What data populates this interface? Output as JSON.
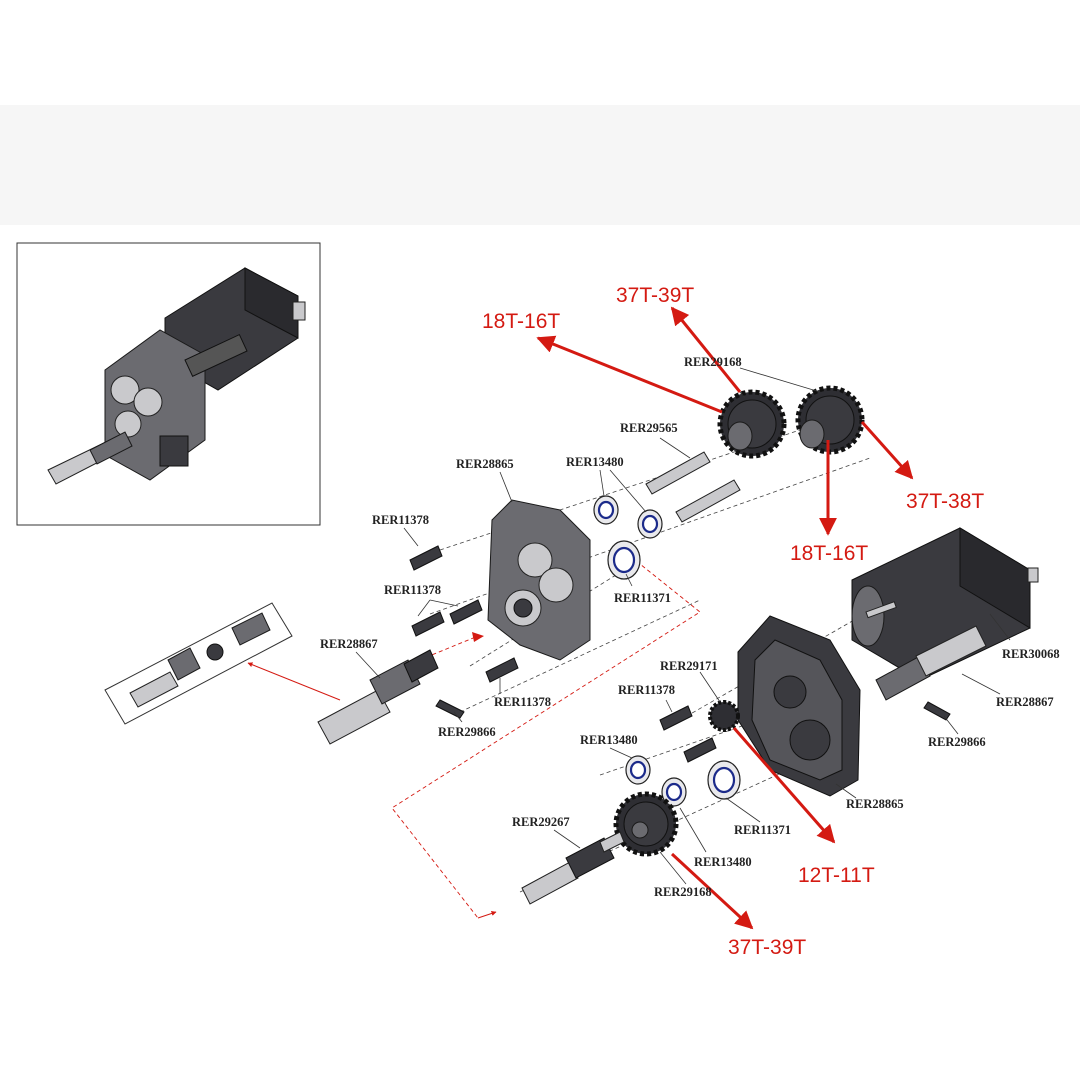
{
  "colors": {
    "callout_red": "#d41a12",
    "part_dark": "#3a3a3f",
    "bearing_blue": "#1b2a8a"
  },
  "part_labels": {
    "rer29168_top": "RER29168",
    "rer29565": "RER29565",
    "rer28865_left": "RER28865",
    "rer13480_top": "RER13480",
    "rer11378_a": "RER11378",
    "rer11378_b": "RER11378",
    "rer11371_left": "RER11371",
    "rer28867_left": "RER28867",
    "rer11378_c": "RER11378",
    "rer29866_left": "RER29866",
    "rer30068": "RER30068",
    "rer28867_right": "RER28867",
    "rer29171": "RER29171",
    "rer11378_d": "RER11378",
    "rer29866_right": "RER29866",
    "rer13480_left": "RER13480",
    "rer28865_right": "RER28865",
    "rer11371_right": "RER11371",
    "rer29267": "RER29267",
    "rer13480_bottom": "RER13480",
    "rer29168_bottom": "RER29168"
  },
  "ratio_callouts": {
    "top_37_39": "37T-39T",
    "top_18_16": "18T-16T",
    "right_37_38": "37T-38T",
    "mid_18_16": "18T-16T",
    "pinion_12_11": "12T-11T",
    "bottom_37_39": "37T-39T"
  },
  "icons": [
    "assembled-gearbox-icon",
    "spur-gear-icon",
    "bearing-icon",
    "screw-icon",
    "motor-icon",
    "universal-joint-icon",
    "gearbox-housing-icon",
    "output-shaft-icon",
    "pin-icon"
  ]
}
